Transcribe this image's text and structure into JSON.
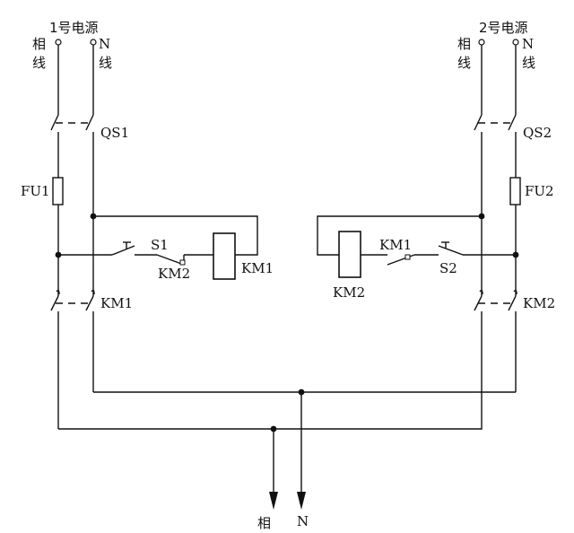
{
  "sources": {
    "left": {
      "title": "1号电源",
      "phase_label": [
        "相",
        "线"
      ],
      "neutral_label": [
        "N",
        "线"
      ]
    },
    "right": {
      "title": "2号电源",
      "phase_label": [
        "相",
        "线"
      ],
      "neutral_label": [
        "N",
        "线"
      ]
    }
  },
  "components": {
    "qs1": "QS1",
    "qs2": "QS2",
    "fu1": "FU1",
    "fu2": "FU2",
    "s1": "S1",
    "s2": "S2",
    "km1_coil": "KM1",
    "km2_coil": "KM2",
    "km1_main": "KM1",
    "km2_main": "KM2",
    "km2_interlock_left": "KM2",
    "km1_interlock_right": "KM1"
  },
  "output": {
    "phase_label": "相",
    "neutral_label": "N"
  }
}
